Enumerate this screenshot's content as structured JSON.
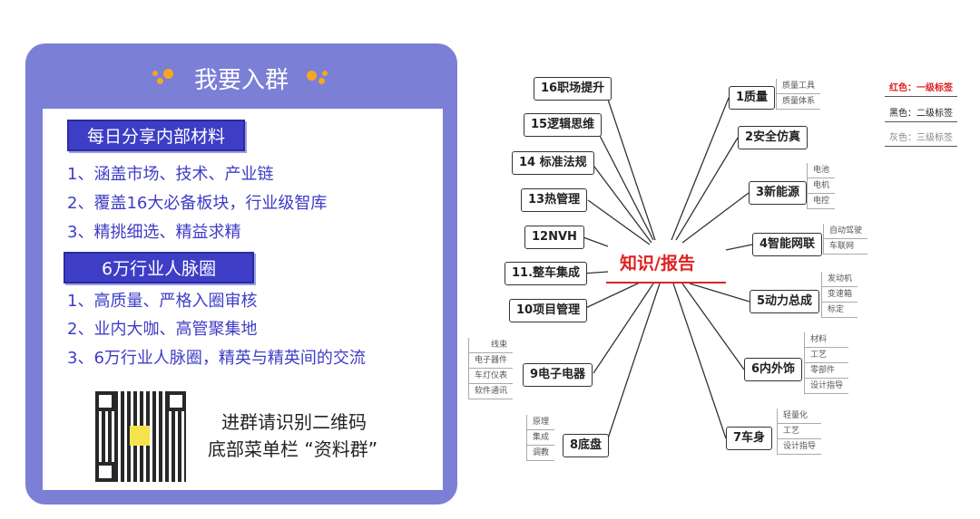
{
  "card": {
    "title": "我要入群",
    "section1": "每日分享内部材料",
    "items1": [
      "1、涵盖市场、技术、产业链",
      "2、覆盖16大必备板块，行业级智库",
      "3、精挑细选、精益求精"
    ],
    "section2": "6万行业人脉圈",
    "items2": [
      "1、高质量、严格入圈审核",
      "2、业内大咖、高管聚集地",
      "3、6万行业人脉圈，精英与精英间的交流"
    ],
    "qr_line1": "进群请识别二维码",
    "qr_line2": "底部菜单栏 “资料群”",
    "colors": {
      "card": "#7b7fd6",
      "heading": "#3d3dc6",
      "dots": "#f5a623"
    }
  },
  "mindmap": {
    "center": "知识/报告",
    "nodes": [
      {
        "label": "16职场提升",
        "subs": []
      },
      {
        "label": "15逻辑思维",
        "subs": []
      },
      {
        "label": "14 标准法规",
        "subs": []
      },
      {
        "label": "13热管理",
        "subs": []
      },
      {
        "label": "12NVH",
        "subs": []
      },
      {
        "label": "11.整车集成",
        "subs": []
      },
      {
        "label": "10项目管理",
        "subs": []
      },
      {
        "label": "9电子电器",
        "subs": [
          "线束",
          "电子器件",
          "车灯仪表",
          "软件通讯"
        ]
      },
      {
        "label": "8底盘",
        "subs": [
          "原理",
          "集成",
          "调教"
        ]
      },
      {
        "label": "7车身",
        "subs": [
          "轻量化",
          "工艺",
          "设计指导"
        ]
      },
      {
        "label": "6内外饰",
        "subs": [
          "材料",
          "工艺",
          "零部件",
          "设计指导"
        ]
      },
      {
        "label": "5动力总成",
        "subs": [
          "发动机",
          "变速箱",
          "标定"
        ]
      },
      {
        "label": "4智能网联",
        "subs": [
          "自动驾驶",
          "车联网"
        ]
      },
      {
        "label": "3新能源",
        "subs": [
          "电池",
          "电机",
          "电控"
        ]
      },
      {
        "label": "2安全仿真",
        "subs": []
      },
      {
        "label": "1质量",
        "subs": [
          "质量工具",
          "质量体系"
        ]
      }
    ],
    "legend": [
      {
        "label": "红色：一级标签",
        "color": "#e02020"
      },
      {
        "label": "黑色：二级标签",
        "color": "#222222"
      },
      {
        "label": "灰色：三级标签",
        "color": "#888888"
      }
    ]
  }
}
